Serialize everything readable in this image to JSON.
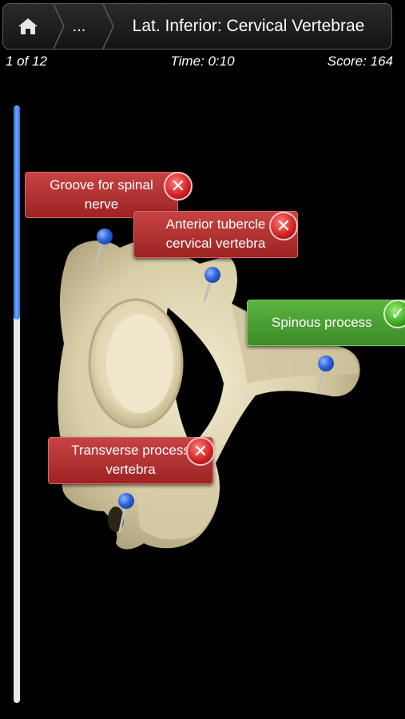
{
  "nav": {
    "home_icon": "home-icon",
    "ellipsis": "...",
    "title": "Lat. Inferior: Cervical Vertebrae"
  },
  "status": {
    "progress": "1 of 12",
    "time": "Time: 0:10",
    "score": "Score: 164"
  },
  "scrollbar": {
    "thumb_fraction": 0.36
  },
  "labels": [
    {
      "line1": "Groove for spinal",
      "line2": "nerve",
      "result": "incorrect"
    },
    {
      "line1": "Anterior tubercle",
      "line2": "cervical vertebra",
      "result": "incorrect"
    },
    {
      "line1": "Spinous process",
      "line2": "",
      "result": "correct"
    },
    {
      "line1": "Transverse process",
      "line2": "vertebra",
      "result": "incorrect"
    }
  ],
  "colors": {
    "incorrect": "#b03030",
    "correct": "#4ea435",
    "pin": "#2d63d6"
  }
}
